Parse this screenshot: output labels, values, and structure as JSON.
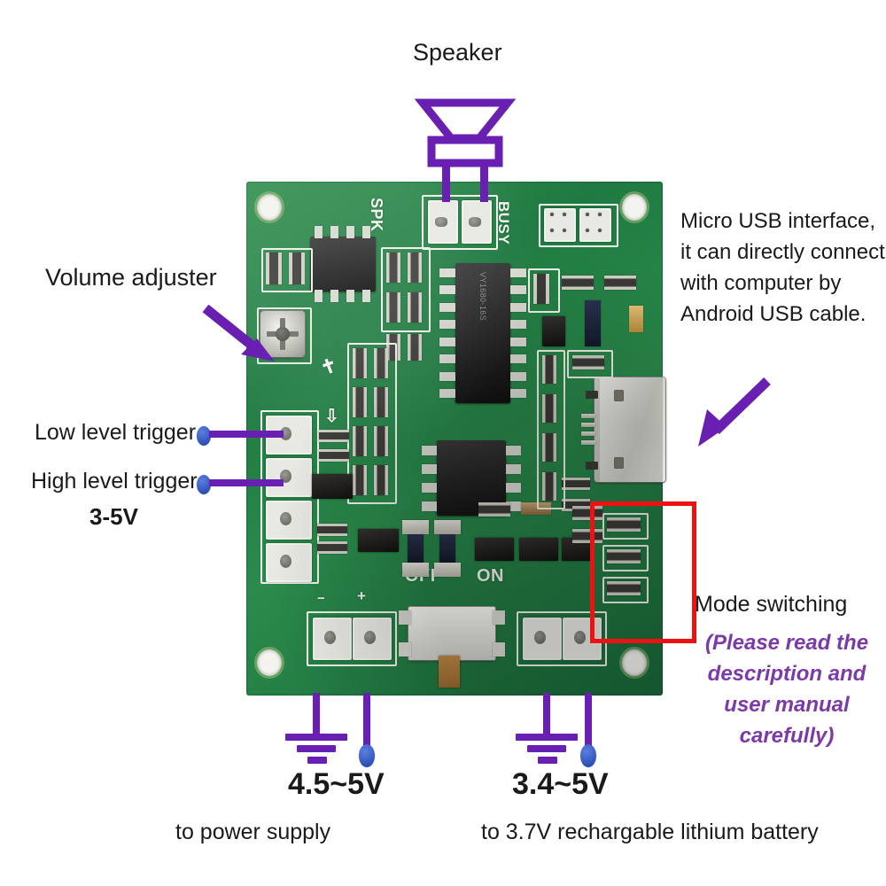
{
  "figure": {
    "subject": "MP3 voice playback module annotated photo",
    "accent_purple": "#6a1fb3",
    "note_purple": "#7c3aa8",
    "terminal_blue": "#2a4fc0",
    "highlight_red": "#ee1111",
    "pcb_green": "#2b8b4c"
  },
  "annotations": {
    "speaker": {
      "label": "Speaker",
      "icon": "speaker-icon"
    },
    "volume": {
      "label": "Volume adjuster",
      "icon": "arrow-down-right-icon"
    },
    "low_trigger": {
      "label": "Low level trigger",
      "icon": "terminal-dot-icon"
    },
    "high_trigger": {
      "label": "High level trigger",
      "icon": "terminal-dot-icon"
    },
    "trigger_voltage": {
      "label": "3-5V"
    },
    "usb": {
      "lines": [
        "Micro USB interface,",
        "it can directly connect",
        "with computer by",
        "Android USB cable."
      ],
      "icon": "arrow-down-left-icon"
    },
    "mode": {
      "label": "Mode switching",
      "note_lines": [
        "(Please read the",
        "description and",
        "user manual carefully)"
      ],
      "icon": "red-highlight-box"
    },
    "power": {
      "voltage": "4.5~5V",
      "caption": "to power supply",
      "ground_icon": "ground-symbol-icon",
      "terminal_icon": "terminal-dot-icon"
    },
    "battery": {
      "voltage": "3.4~5V",
      "caption": "to 3.7V rechargable lithium battery",
      "ground_icon": "ground-symbol-icon",
      "terminal_icon": "terminal-dot-icon"
    }
  },
  "board": {
    "silkscreen": {
      "spk": "SPK",
      "busy": "BUSY",
      "off": "OFF",
      "on": "ON"
    },
    "main_ic_marking": "VY1680-16S"
  }
}
